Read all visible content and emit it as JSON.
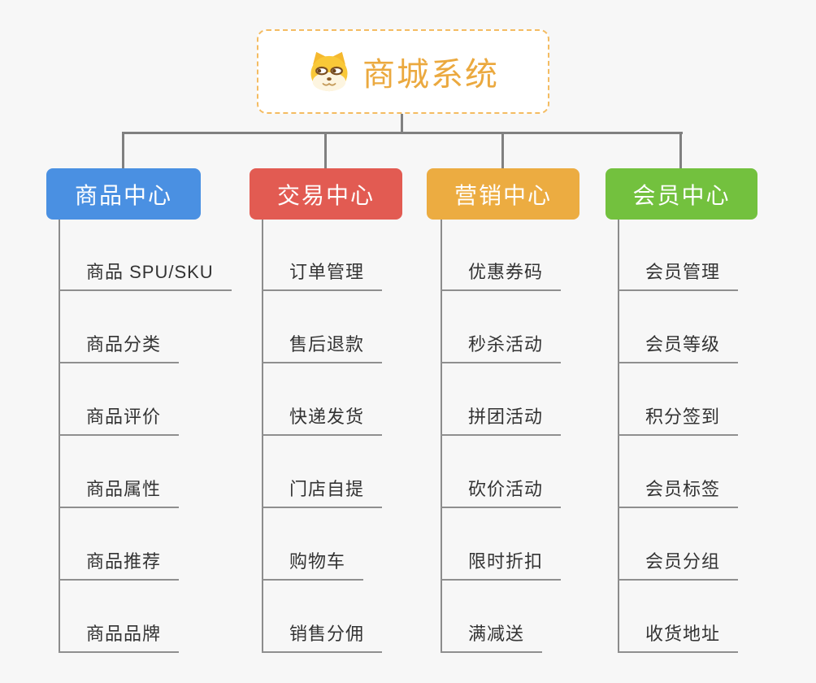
{
  "root": {
    "title": "商城系统",
    "icon": "shiba-dog-icon",
    "accent_color": "#EBA93F",
    "border_color": "#F4BC62"
  },
  "colors": {
    "background": "#F7F7F7",
    "connector": "#808080",
    "child_text": "#333333",
    "underline": "#8F8F8F"
  },
  "branches": [
    {
      "label": "商品中心",
      "color": "#4A90E2",
      "children": [
        "商品 SPU/SKU",
        "商品分类",
        "商品评价",
        "商品属性",
        "商品推荐",
        "商品品牌"
      ]
    },
    {
      "label": "交易中心",
      "color": "#E25B52",
      "children": [
        "订单管理",
        "售后退款",
        "快递发货",
        "门店自提",
        "购物车",
        "销售分佣"
      ]
    },
    {
      "label": "营销中心",
      "color": "#ECAC41",
      "children": [
        "优惠券码",
        "秒杀活动",
        "拼团活动",
        "砍价活动",
        "限时折扣",
        "满减送"
      ]
    },
    {
      "label": "会员中心",
      "color": "#73C13E",
      "children": [
        "会员管理",
        "会员等级",
        "积分签到",
        "会员标签",
        "会员分组",
        "收货地址"
      ]
    }
  ]
}
